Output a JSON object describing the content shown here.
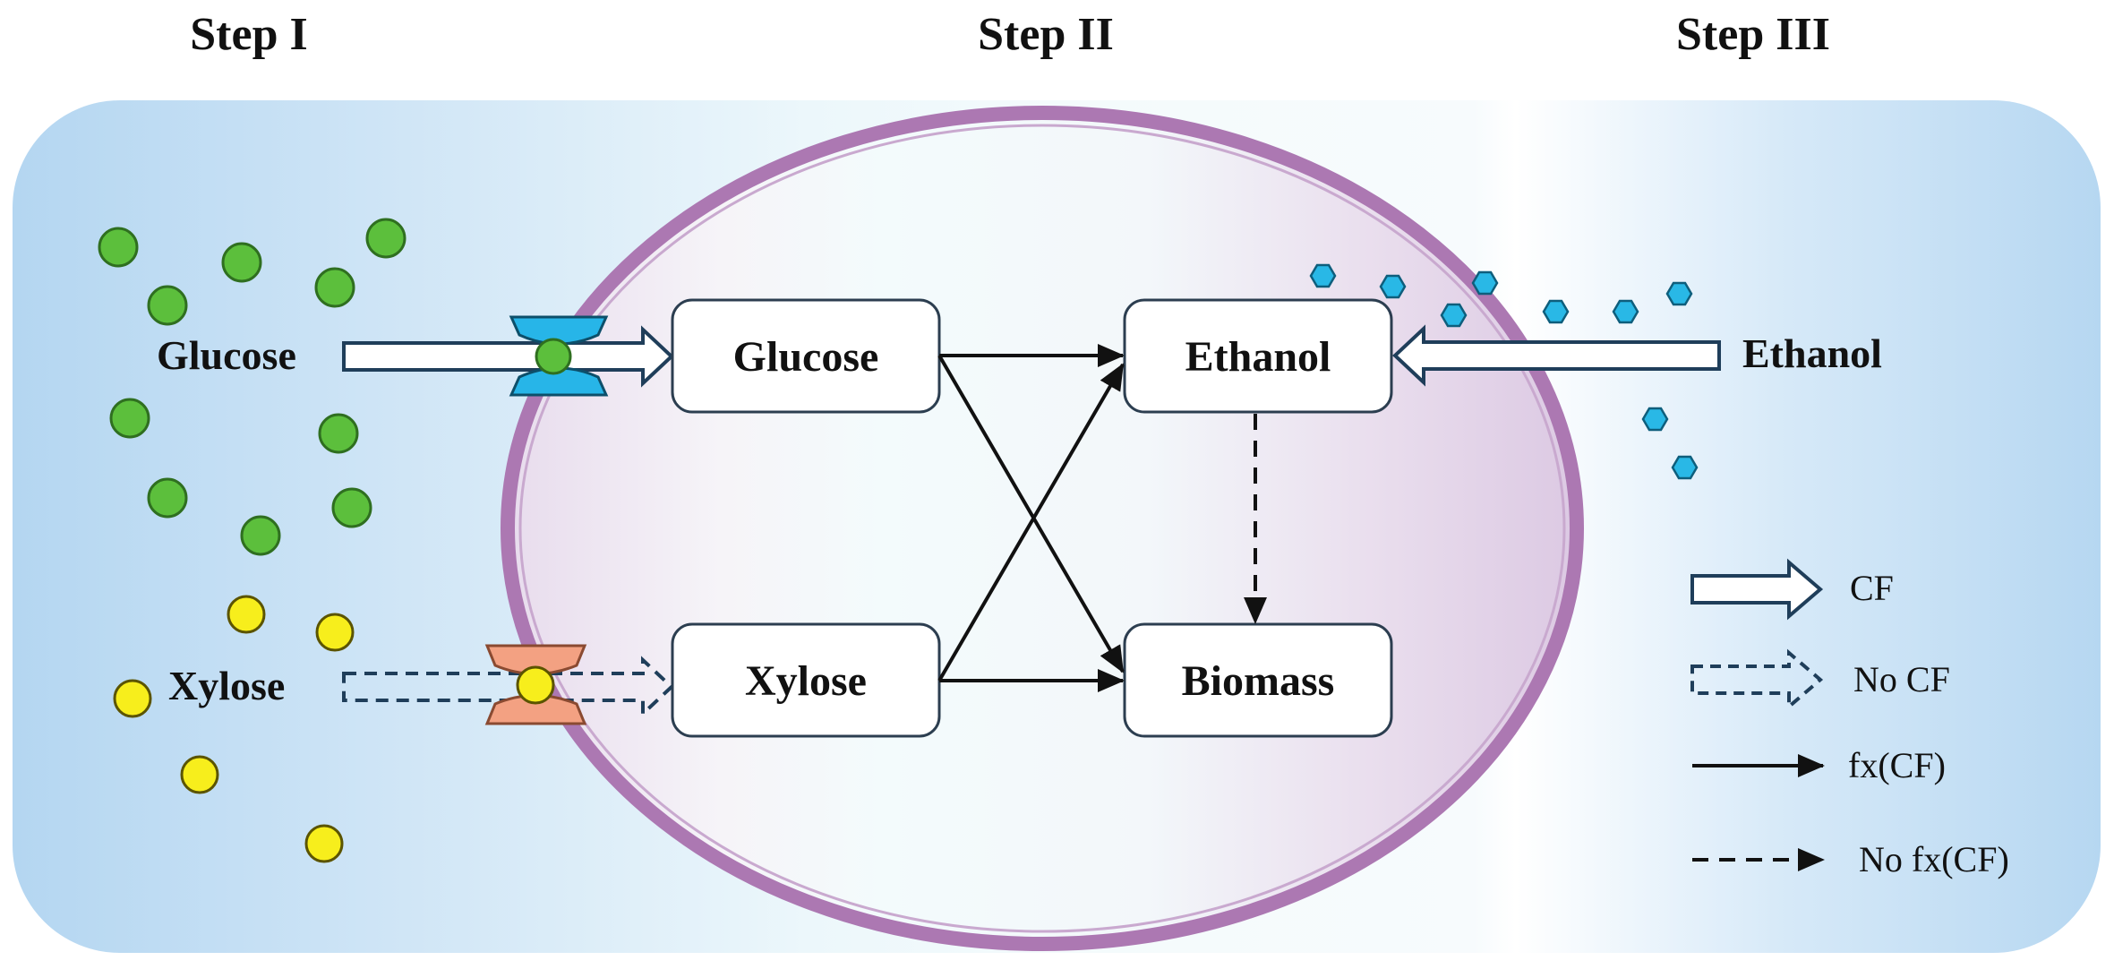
{
  "steps": [
    "Step I",
    "Step II",
    "Step III"
  ],
  "outer_labels": {
    "glucose": "Glucose",
    "xylose": "Xylose",
    "ethanol": "Ethanol"
  },
  "nodes": {
    "glucose": "Glucose",
    "xylose": "Xylose",
    "ethanol": "Ethanol",
    "biomass": "Biomass"
  },
  "legend": [
    {
      "key": "cf",
      "label": "CF"
    },
    {
      "key": "no_cf",
      "label": "No CF"
    },
    {
      "key": "fx_cf",
      "label": "fx(CF)"
    },
    {
      "key": "no_fx_cf",
      "label": "No fx(CF)"
    }
  ],
  "colors": {
    "medium": "#b8d8f0",
    "cell_wall": "#b07cb4",
    "cell_interior": "#e4d6ea",
    "glucose_particle": "#5cbf3c",
    "xylose_particle": "#f7ee1c",
    "ethanol_particle": "#29b8e6",
    "glucose_transporter": "#27b5e8",
    "xylose_transporter": "#f3a182",
    "arrow_outline": "#1f3e5a",
    "node_border": "#2c3e50"
  },
  "icons": {
    "glucose_transporter": "transporter-icon",
    "xylose_transporter": "transporter-icon",
    "glucose_particle": "circle",
    "xylose_particle": "circle",
    "ethanol_particle": "hexagon"
  }
}
